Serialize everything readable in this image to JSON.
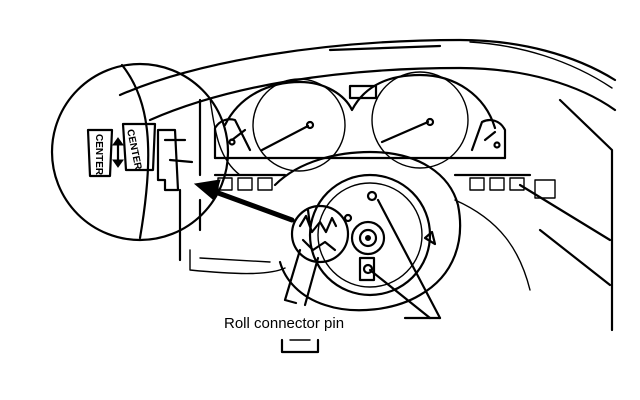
{
  "callout": {
    "label": "Roll connector pin"
  },
  "inset": {
    "mark_top": "CENTER",
    "mark_bottom": "CENTER"
  },
  "colors": {
    "ink": "#000000",
    "paper": "#ffffff"
  }
}
